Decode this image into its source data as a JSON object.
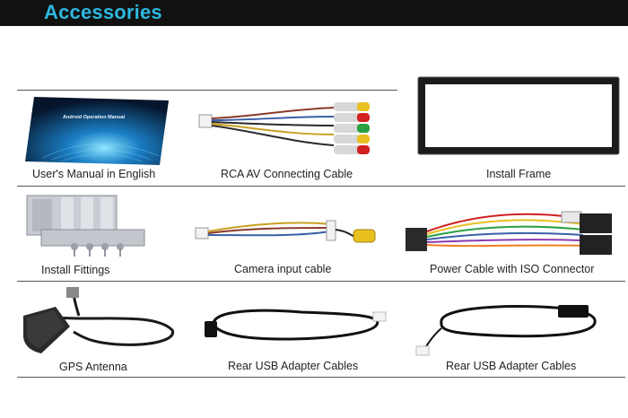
{
  "header": {
    "title": "Accessories"
  },
  "colors": {
    "header_bg": "#111111",
    "title": "#2db8e0",
    "text": "#222222",
    "rule": "#555555"
  },
  "items": [
    {
      "label": "User's Manual in English",
      "manual_title": "Android Operation Manual"
    },
    {
      "label": "RCA AV Connecting Cable"
    },
    {
      "label": "Install Frame"
    },
    {
      "label": "Install Fittings"
    },
    {
      "label": "Camera input cable"
    },
    {
      "label": "Power Cable with ISO Connector"
    },
    {
      "label": "GPS Antenna"
    },
    {
      "label": "Rear USB Adapter Cables"
    },
    {
      "label": "Rear USB Adapter Cables"
    }
  ]
}
